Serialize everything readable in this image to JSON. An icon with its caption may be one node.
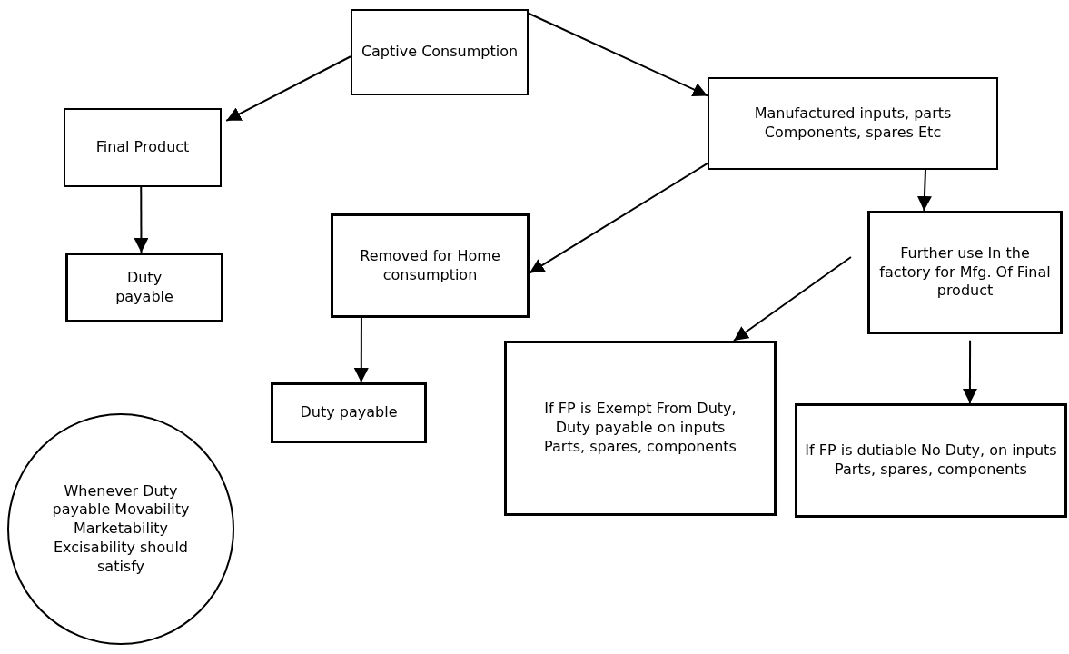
{
  "diagram": {
    "nodes": [
      {
        "text": [
          "Captive Consumption"
        ]
      },
      {
        "text": [
          "Final Product"
        ]
      },
      {
        "text": [
          "Manufactured inputs, parts Components, spares Etc"
        ]
      },
      {
        "text": [
          "Duty payable"
        ]
      },
      {
        "text": [
          "Removed for Home consumption"
        ]
      },
      {
        "text": [
          "Further use In the factory for Mfg. Of Final product"
        ]
      },
      {
        "text": [
          "Duty payable"
        ]
      },
      {
        "text": [
          "If FP is Exempt From Duty, Duty payable on inputs Parts, spares, components"
        ]
      },
      {
        "text": [
          "If FP is dutiable No Duty, on inputs Parts, spares, components"
        ]
      },
      {
        "text": [
          "Whenever Duty payable Movability Marketability Excisability should satisfy"
        ]
      }
    ],
    "edges": [
      {
        "from": 0,
        "to": 1,
        "arrow": "to"
      },
      {
        "from": 0,
        "to": 2,
        "arrow": "to"
      },
      {
        "from": 1,
        "to": 3,
        "arrow": "to"
      },
      {
        "from": 2,
        "to": 4,
        "arrow": "to"
      },
      {
        "from": 2,
        "to": 5,
        "arrow": "to"
      },
      {
        "from": 4,
        "to": 6,
        "arrow": "to"
      },
      {
        "from": 5,
        "to": 7,
        "arrow": "to"
      },
      {
        "from": 5,
        "to": 8,
        "arrow": "to"
      }
    ]
  }
}
